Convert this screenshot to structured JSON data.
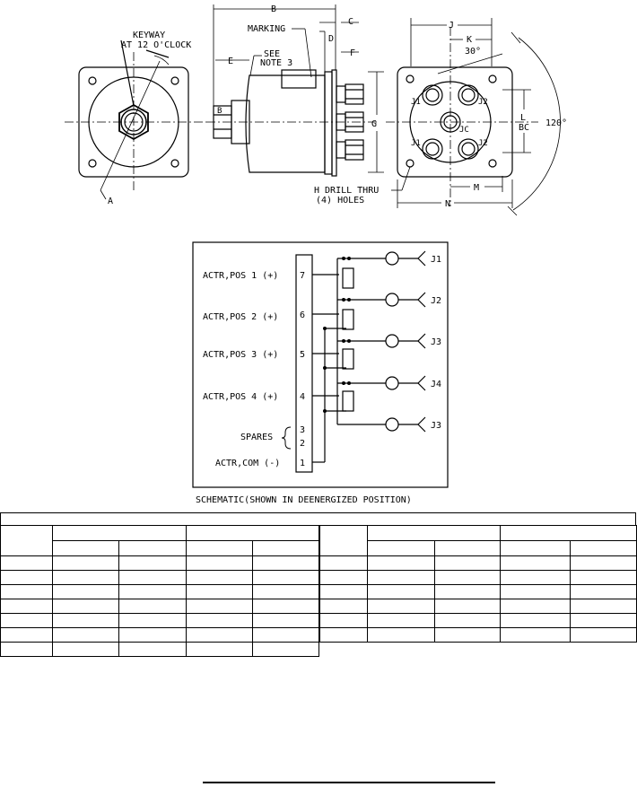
{
  "dimension_labels": {
    "A": "A",
    "B": "B",
    "C": "C",
    "D": "D",
    "E": "E",
    "F": "F",
    "G": "G",
    "H_drill": "H DRILL THRU",
    "holes": "(4) HOLES",
    "J": "J",
    "K": "K",
    "L": "L",
    "BC": "BC",
    "M": "M",
    "N": "N",
    "angle_30": "30°",
    "angle_120": "120°"
  },
  "callouts": {
    "keyway_line1": "KEYWAY",
    "keyway_line2": "AT 12 O'CLOCK",
    "marking": "MARKING",
    "see": "SEE",
    "note3": "NOTE 3",
    "pin_b": "B"
  },
  "port_labels": {
    "left_top": "J1",
    "right_top": "J2",
    "center": "JC",
    "left_bottom": "J1",
    "right_bottom": "J2"
  },
  "schematic": {
    "caption": "SCHEMATIC(SHOWN IN DEENERGIZED POSITION)",
    "positions": [
      {
        "label": "ACTR,POS 1 (+)",
        "pin": "7",
        "output": "J1"
      },
      {
        "label": "ACTR,POS 2 (+)",
        "pin": "6",
        "output": "J2"
      },
      {
        "label": "ACTR,POS 3 (+)",
        "pin": "5",
        "output": "J3"
      },
      {
        "label": "ACTR,POS 4 (+)",
        "pin": "4",
        "output": "J4"
      }
    ],
    "last_output": "J3",
    "spares_label": "SPARES",
    "spare_pins": [
      "3",
      "2"
    ],
    "common_label": "ACTR,COM (-)",
    "common_pin": "1"
  },
  "dimension_table": {
    "left_rows": 7,
    "right_rows": 6,
    "cells": []
  }
}
